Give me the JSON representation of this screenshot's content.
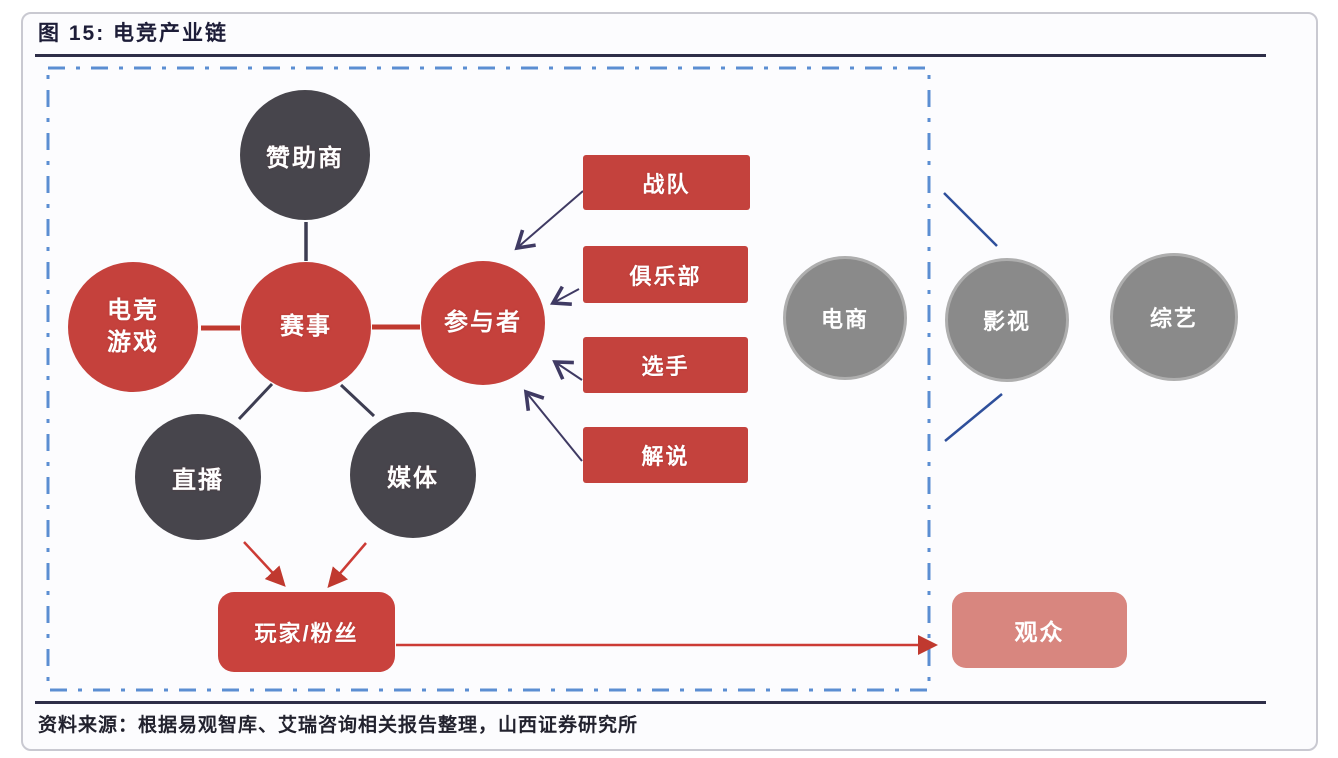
{
  "figure": {
    "title": "图 15: 电竞产业链",
    "source": "资料来源：根据易观智库、艾瑞咨询相关报告整理，山西证券研究所"
  },
  "nodes": {
    "sponsor": {
      "label": "赞助商"
    },
    "game": {
      "line1": "电竞",
      "line2": "游戏"
    },
    "event": {
      "label": "赛事"
    },
    "participant": {
      "label": "参与者"
    },
    "live": {
      "label": "直播"
    },
    "media": {
      "label": "媒体"
    },
    "teams": {
      "label": "战队"
    },
    "clubs": {
      "label": "俱乐部"
    },
    "players": {
      "label": "选手"
    },
    "casters": {
      "label": "解说"
    },
    "fans": {
      "label": "玩家/粉丝"
    },
    "ecommerce": {
      "label": "电商"
    },
    "film": {
      "label": "影视"
    },
    "variety": {
      "label": "综艺"
    },
    "audience": {
      "label": "观众"
    }
  },
  "edges": [
    {
      "from": "赞助商",
      "to": "赛事"
    },
    {
      "from": "电竞游戏",
      "to": "赛事"
    },
    {
      "from": "赛事",
      "to": "参与者"
    },
    {
      "from": "赛事",
      "to": "直播"
    },
    {
      "from": "赛事",
      "to": "媒体"
    },
    {
      "from": "战队",
      "to": "参与者"
    },
    {
      "from": "俱乐部",
      "to": "参与者"
    },
    {
      "from": "选手",
      "to": "参与者"
    },
    {
      "from": "解说",
      "to": "参与者"
    },
    {
      "from": "直播",
      "to": "玩家/粉丝"
    },
    {
      "from": "媒体",
      "to": "玩家/粉丝"
    },
    {
      "from": "玩家/粉丝",
      "to": "观众"
    },
    {
      "from": "产业链边界",
      "to": "影视"
    },
    {
      "from": "影视",
      "to": "产业链边界"
    }
  ],
  "colors": {
    "node_red": "#c5413c",
    "node_dark": "#47454c",
    "node_gray": "#8a8a8a",
    "audience_salmon": "#d8867f",
    "dashed_border_blue": "#5b8ed2",
    "arrow_navy": "#3f3a63",
    "line_red": "#c0392f",
    "line_dark": "#3d3d52",
    "line_blue": "#2e4f9b",
    "title_dark": "#1d1d38"
  }
}
